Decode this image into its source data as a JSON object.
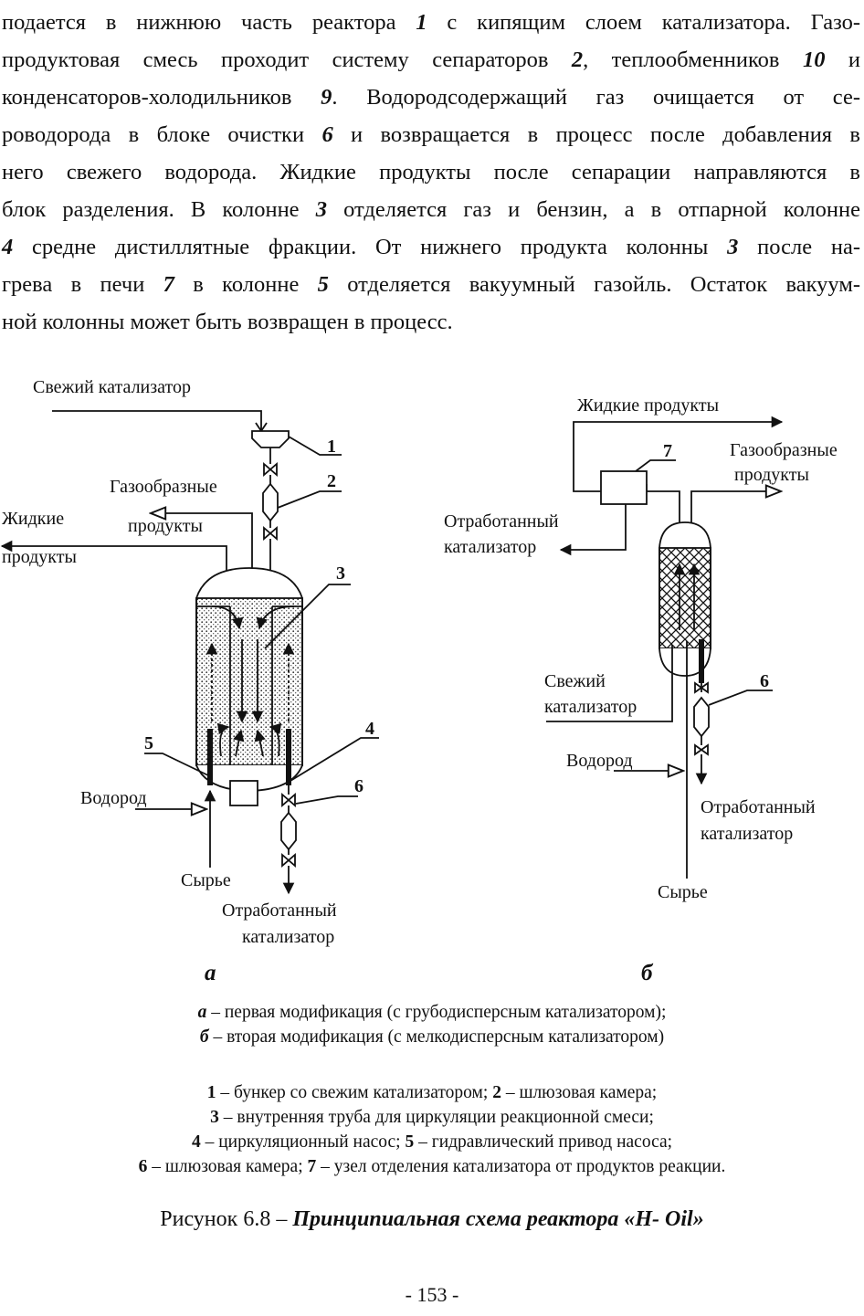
{
  "paragraph": [
    [
      "подается в нижнюю часть реактора ",
      "1",
      " с кипящим слоем катализатора. Газо-"
    ],
    [
      "продуктовая смесь проходит систему сепараторов ",
      "2",
      ", теплообменников ",
      "10",
      " и"
    ],
    [
      "конденсаторов-холодильников ",
      "9",
      ". Водородсодержащий газ очищается от се-"
    ],
    [
      "роводорода в блоке очистки ",
      "6",
      " и возвращается в процесс после добавления в"
    ],
    [
      "него свежего водорода. Жидкие продукты после сепарации направляются в"
    ],
    [
      "блок разделения. В колонне ",
      "3",
      " отделяется газ и бензин, а в отпарной колонне"
    ],
    [
      "",
      "4",
      " средне дистиллятные фракции. От нижнего продукта колонны ",
      "3",
      " после на-"
    ],
    [
      "грева в печи ",
      "7",
      " в колонне ",
      "5",
      " отделяется вакуумный газойль. Остаток вакуум-"
    ],
    [
      "ной колонны может быть возвращен в процесс."
    ]
  ],
  "figure_a": {
    "fresh_catalyst": "Свежий катализатор",
    "gaseous_products_1": "Газообразные",
    "gaseous_products_2": "продукты",
    "liquid_products_1": "Жидкие",
    "liquid_products_2": "продукты",
    "hydrogen": "Водород",
    "feed": "Сырье",
    "spent_catalyst_1": "Отработанный",
    "spent_catalyst_2": "катализатор",
    "n1": "1",
    "n2": "2",
    "n3": "3",
    "n4": "4",
    "n5": "5",
    "n6": "6"
  },
  "figure_b": {
    "liquid_products": "Жидкие продукты",
    "gaseous_products_1": "Газообразные",
    "gaseous_products_2": "продукты",
    "spent_catalyst_top_1": "Отработанный",
    "spent_catalyst_top_2": "катализатор",
    "fresh_catalyst_1": "Свежий",
    "fresh_catalyst_2": "катализатор",
    "hydrogen": "Водород",
    "spent_catalyst_bottom_1": "Отработанный",
    "spent_catalyst_bottom_2": "катализатор",
    "feed": "Сырье",
    "n6": "6",
    "n7": "7"
  },
  "sublabel_a": "а",
  "sublabel_b": "б",
  "modifications": [
    {
      "key": "а",
      "text": " – первая модификация (с грубодисперсным катализатором);"
    },
    {
      "key": "б",
      "text": " – вторая модификация (с мелкодисперсным катализатором)"
    }
  ],
  "legend": [
    [
      {
        "n": "1",
        "t": " – бункер со свежим катализатором; "
      },
      {
        "n": "2",
        "t": " – шлюзовая камера;"
      }
    ],
    [
      {
        "n": "3",
        "t": " – внутренняя труба для циркуляции реакционной смеси;"
      }
    ],
    [
      {
        "n": "4",
        "t": " – циркуляционный насос; "
      },
      {
        "n": "5",
        "t": " – гидравлический привод насоса;"
      }
    ],
    [
      {
        "n": "6",
        "t": " – шлюзовая камера; "
      },
      {
        "n": "7",
        "t": " – узел отделения катализатора от продуктов реакции."
      }
    ]
  ],
  "figure_caption_prefix": "Рисунок 6.8 – ",
  "figure_caption_title": "Принципиальная схема реактора «H- Oil»",
  "page_number": "- 153 -"
}
